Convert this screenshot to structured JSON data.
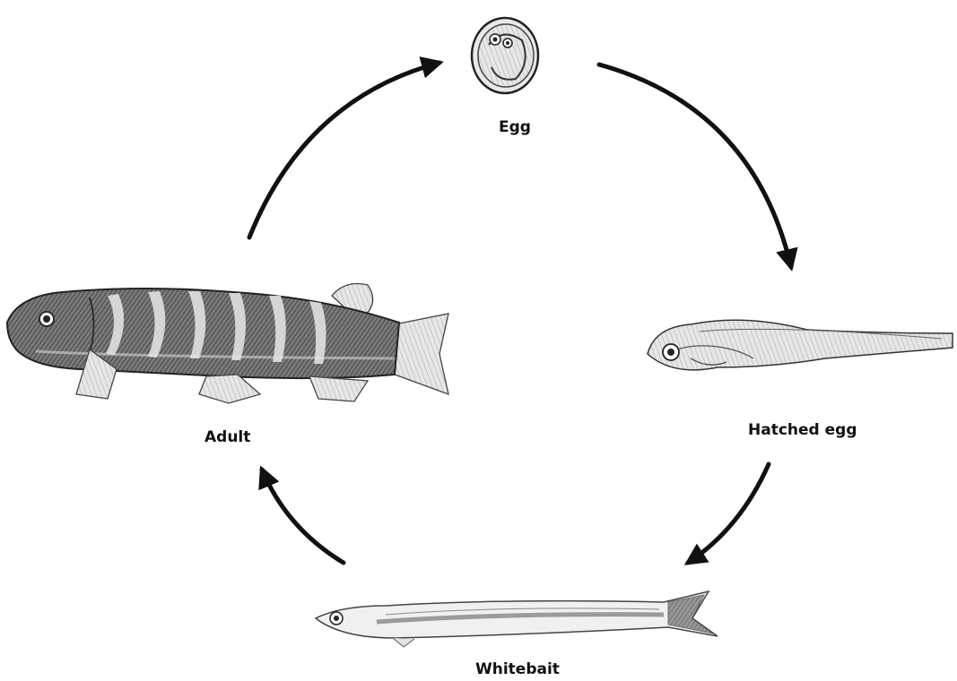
{
  "diagram": {
    "stages": [
      {
        "id": "egg",
        "label": "Egg"
      },
      {
        "id": "hatched",
        "label": "Hatched egg"
      },
      {
        "id": "whitebait",
        "label": "Whitebait"
      },
      {
        "id": "adult",
        "label": "Adult"
      }
    ]
  },
  "colors": {
    "ink": "#111111",
    "stroke": "#222222",
    "shade": "#8a8a8a",
    "light": "#d9d9d9"
  }
}
